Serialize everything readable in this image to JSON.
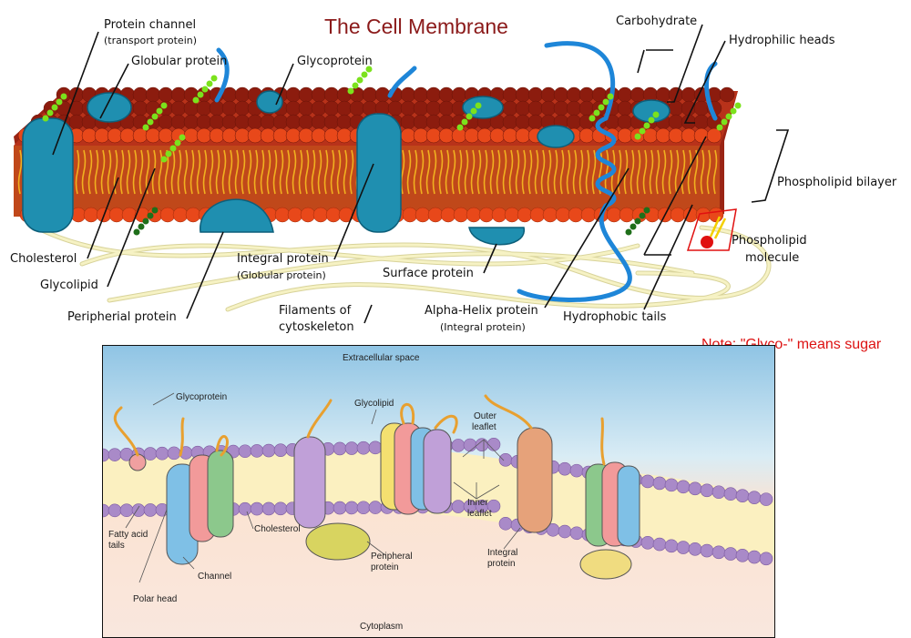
{
  "top_diagram": {
    "title": "The Cell Membrane",
    "labels": {
      "protein_channel": "Protein channel",
      "protein_channel_sub": "(transport protein)",
      "globular_protein": "Globular protein",
      "glycoprotein": "Glycoprotein",
      "carbohydrate": "Carbohydrate",
      "hydrophilic_heads": "Hydrophilic heads",
      "phospholipid_bilayer": "Phospholipid bilayer",
      "phospholipid_molecule_1": "Phospholipid",
      "phospholipid_molecule_2": "molecule",
      "cholesterol": "Cholesterol",
      "glycolipid": "Glycolipid",
      "peripherial_protein": "Peripherial protein",
      "integral_protein": "Integral protein",
      "integral_protein_sub": "(Globular protein)",
      "surface_protein": "Surface protein",
      "filaments_1": "Filaments of",
      "filaments_2": "cytoskeleton",
      "alpha_helix": "Alpha-Helix protein",
      "alpha_helix_sub": "(Integral protein)",
      "hydrophobic_tails": "Hydrophobic tails"
    },
    "note": "Note: \"Glyco-\" means sugar"
  },
  "bottom_diagram": {
    "labels": {
      "extracellular": "Extracellular space",
      "glycoprotein": "Glycoprotein",
      "glycolipid": "Glycolipid",
      "outer_leaflet_1": "Outer",
      "outer_leaflet_2": "leaflet",
      "inner_leaflet_1": "Inner",
      "inner_leaflet_2": "leaflet",
      "integral_protein_1": "Integral",
      "integral_protein_2": "protein",
      "cholesterol": "Cholesterol",
      "peripheral_protein_1": "Peripheral",
      "peripheral_protein_2": "protein",
      "fatty_acid_1": "Fatty acid",
      "fatty_acid_2": "tails",
      "channel": "Channel",
      "polar_head": "Polar head",
      "cytoplasm": "Cytoplasm"
    }
  },
  "colors": {
    "title": "#8b1a1a",
    "note": "#dd1111",
    "head_outer": "#e8481a",
    "head_dark": "#8c1c0e",
    "tail": "#f0b020",
    "protein": "#1f8fb0",
    "glyco_green": "#7be21c",
    "filament": "#f3efb8",
    "bottom_head": "#a98ac8",
    "bottom_tail_bg": "#fbf0c0"
  }
}
